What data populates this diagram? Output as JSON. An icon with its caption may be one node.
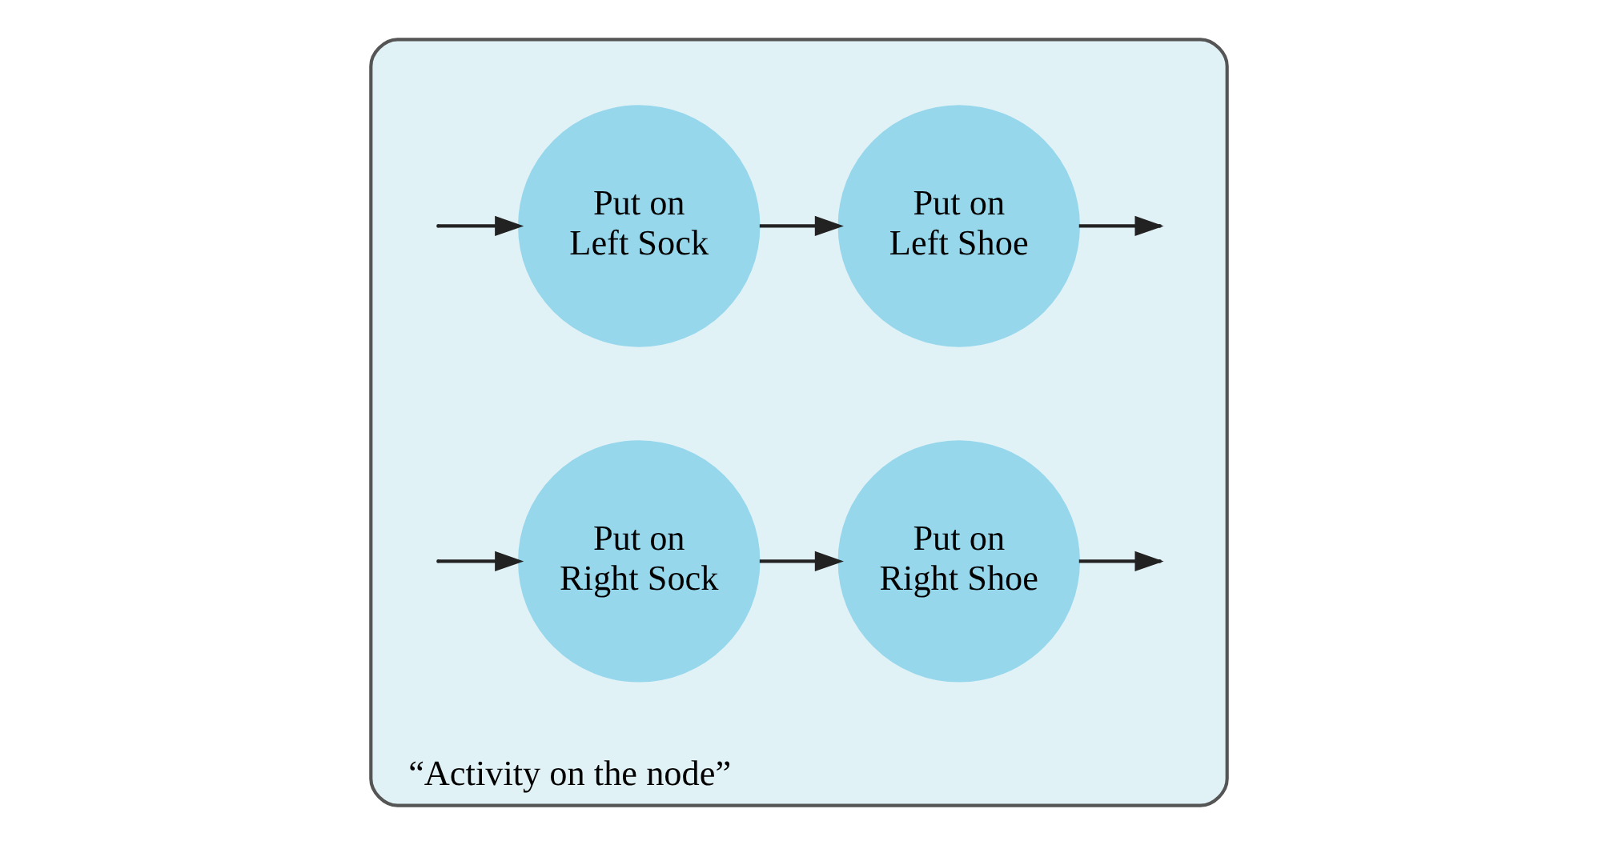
{
  "diagram": {
    "nodes": [
      {
        "text": [
          "“Activity on the node”"
        ]
      },
      {
        "text": [
          "Put on Left Sock"
        ],
        "in": 0
      },
      {
        "text": [
          "Put on Left Shoe"
        ],
        "in": 0
      },
      {
        "text": [
          "Put on Right Sock"
        ],
        "in": 0
      },
      {
        "text": [
          "Put on Right Shoe"
        ],
        "in": 0
      }
    ],
    "edges": [
      {
        "from": null,
        "to": 1,
        "arrow": "to"
      },
      {
        "from": null,
        "to": 3,
        "arrow": "to"
      },
      {
        "from": 1,
        "to": 2,
        "arrow": "to"
      },
      {
        "from": 3,
        "to": 4,
        "arrow": "to"
      },
      {
        "from": 2,
        "to": null,
        "arrow": "to"
      },
      {
        "from": 4,
        "to": null,
        "arrow": "to"
      }
    ]
  }
}
